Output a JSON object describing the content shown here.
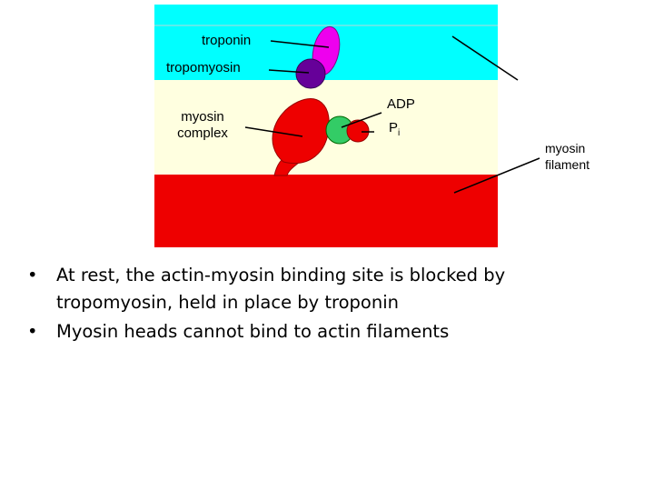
{
  "labels": {
    "troponin": "troponin",
    "tropomyosin": "tropomyosin",
    "myosin_complex_line1": "myosin",
    "myosin_complex_line2": "complex",
    "adp": "ADP",
    "pi_letter": "P",
    "pi_subscript": "i",
    "myosin_filament_line1": "myosin",
    "myosin_filament_line2": "filament"
  },
  "bullets": [
    {
      "mark": "•",
      "line1": "At rest, the actin-myosin binding site is blocked by",
      "line2": "tropomyosin, held in place by troponin"
    },
    {
      "mark": "•",
      "line1": "Myosin heads cannot bind to actin filaments",
      "line2": ""
    }
  ],
  "colors": {
    "actin_band": "#00FFFF",
    "cytoplasm": "#FFFFE0",
    "myosin": "#EE0000",
    "troponin": "#EE00EE",
    "tropomyosin": "#660099",
    "adp_ball": "#33CC66",
    "pi_ball": "#EE0000"
  }
}
